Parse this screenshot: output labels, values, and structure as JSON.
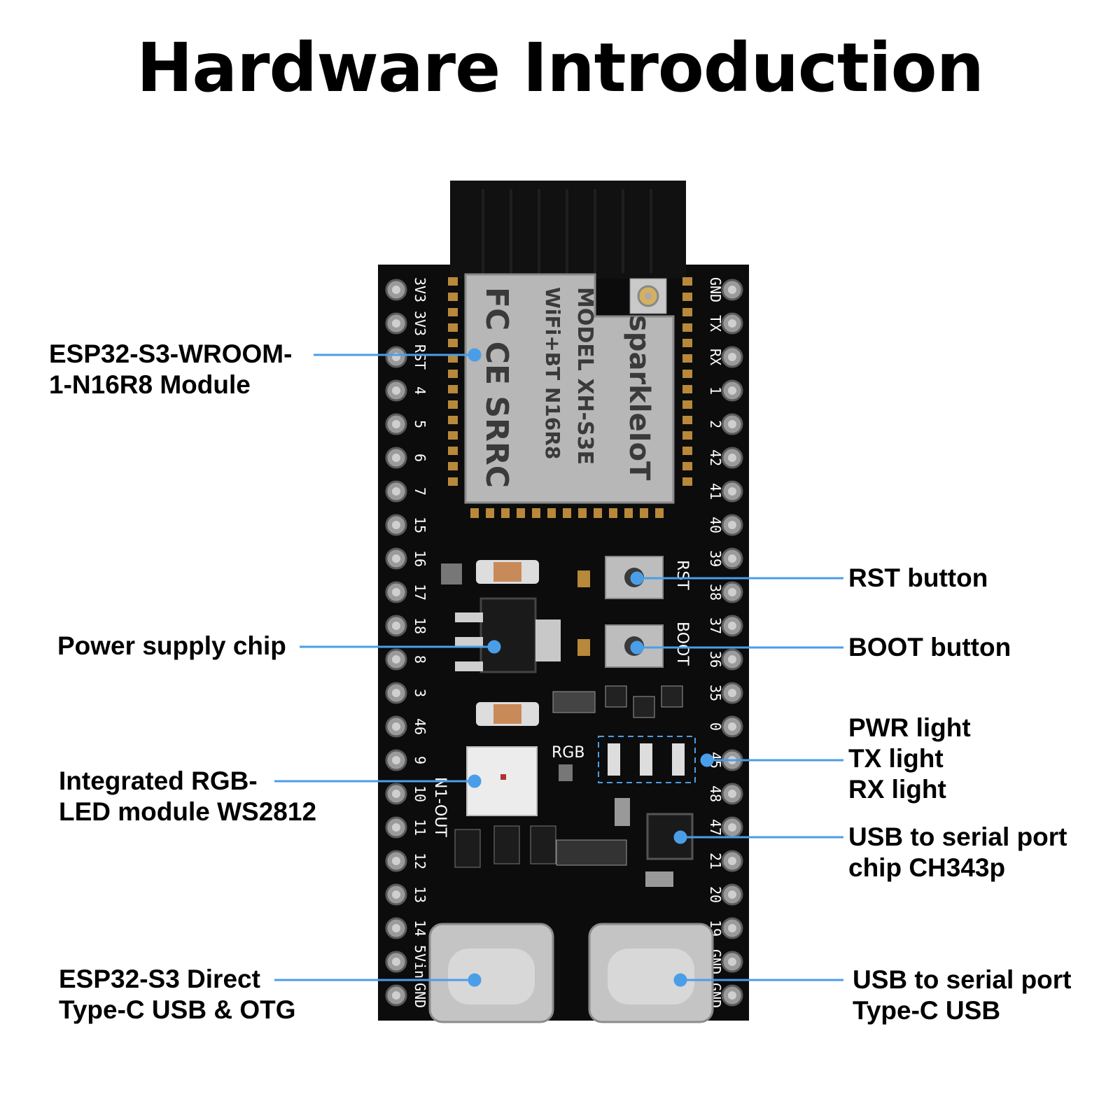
{
  "title": "Hardware Introduction",
  "callouts": {
    "module": [
      "ESP32-S3-WROOM-",
      "1-N16R8 Module"
    ],
    "power_chip": [
      "Power supply chip"
    ],
    "rgb_led": [
      "Integrated RGB-",
      "LED module WS2812"
    ],
    "usb_otg": [
      "ESP32-S3 Direct",
      "Type-C USB & OTG"
    ],
    "rst_button": [
      "RST button"
    ],
    "boot_button": [
      "BOOT button"
    ],
    "lights": [
      "PWR light",
      "TX light",
      "RX light"
    ],
    "ch343": [
      "USB to serial port",
      "chip CH343p"
    ],
    "usb_serial": [
      "USB to serial port",
      "Type-C USB"
    ]
  },
  "board": {
    "left_pins": [
      "3V3",
      "3V3",
      "RST",
      "4",
      "5",
      "6",
      "7",
      "15",
      "16",
      "17",
      "18",
      "8",
      "3",
      "46",
      "9",
      "10",
      "11",
      "12",
      "13",
      "14",
      "5Vin",
      "GND"
    ],
    "right_pins": [
      "GND",
      "TX",
      "RX",
      "1",
      "2",
      "42",
      "41",
      "40",
      "39",
      "38",
      "37",
      "36",
      "35",
      "0",
      "45",
      "48",
      "47",
      "21",
      "20",
      "19",
      "GND",
      "GND"
    ],
    "module_text": [
      "MODEL  XH-S3E",
      "WiFi+BT  N16R8",
      "sparkleIoT",
      "FC  CE  SRRC"
    ],
    "silk_rst": "RST",
    "silk_boot": "BOOT",
    "silk_rgb": "RGB",
    "silk_onboard": "N1-OUT"
  },
  "colors": {
    "leader": "#4a9ee8",
    "board": "#0c0c0c",
    "shield": "#b7b7b7"
  }
}
